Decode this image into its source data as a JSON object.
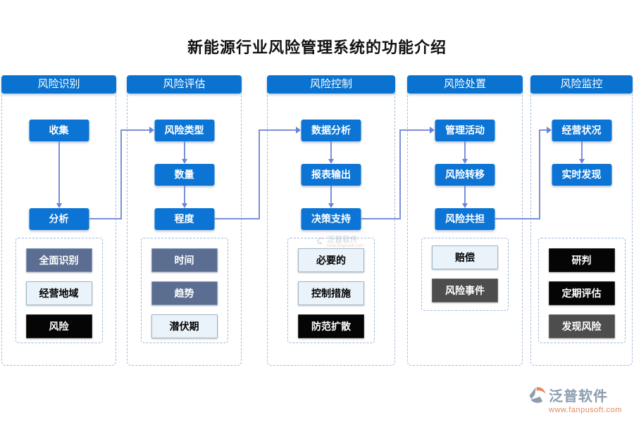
{
  "title": "新能源行业风险管理系统的功能介绍",
  "columns": [
    {
      "header": "风险识别",
      "flow": [
        {
          "label": "收集"
        },
        {
          "label": "分析"
        }
      ],
      "tags": [
        {
          "label": "全面识别",
          "style": "slate"
        },
        {
          "label": "经营地域",
          "style": "light"
        },
        {
          "label": "风险",
          "style": "black"
        }
      ]
    },
    {
      "header": "风险评估",
      "flow": [
        {
          "label": "风险类型"
        },
        {
          "label": "数量"
        },
        {
          "label": "程度"
        }
      ],
      "tags": [
        {
          "label": "时间",
          "style": "slate"
        },
        {
          "label": "趋势",
          "style": "slate"
        },
        {
          "label": "潜伏期",
          "style": "light"
        }
      ]
    },
    {
      "header": "风险控制",
      "flow": [
        {
          "label": "数据分析"
        },
        {
          "label": "报表输出"
        },
        {
          "label": "决策支持"
        }
      ],
      "tags": [
        {
          "label": "必要的",
          "style": "light"
        },
        {
          "label": "控制措施",
          "style": "light"
        },
        {
          "label": "防范扩散",
          "style": "black"
        }
      ]
    },
    {
      "header": "风险处置",
      "flow": [
        {
          "label": "管理活动"
        },
        {
          "label": "风险转移"
        },
        {
          "label": "风险共担"
        }
      ],
      "tags": [
        {
          "label": "赔偿",
          "style": "light"
        },
        {
          "label": "风险事件",
          "style": "dark"
        }
      ]
    },
    {
      "header": "风险监控",
      "flow": [
        {
          "label": "经营状况"
        },
        {
          "label": "实时发现"
        }
      ],
      "tags": [
        {
          "label": "研判",
          "style": "black"
        },
        {
          "label": "定期评估",
          "style": "black"
        },
        {
          "label": "发现风险",
          "style": "dark"
        }
      ]
    }
  ],
  "watermark": {
    "brand": "泛普软件",
    "url": "www.fanpusoft.com"
  },
  "footer": {
    "brand": "泛普软件",
    "url": "www.fanpusoft.com",
    "logo_icon": "fanpu-logo-icon"
  },
  "colors": {
    "primary_blue": "#0b74d4",
    "slate_box": "#5b6e92",
    "black_box": "#050505",
    "dark_gray_box": "#4d4d4d",
    "light_box": "#eaf3fa",
    "connector": "#7b8fd9",
    "dashed_border": "#a6bbd8",
    "brand_gray": "#8d9cae",
    "brand_orange": "#e8875e"
  }
}
